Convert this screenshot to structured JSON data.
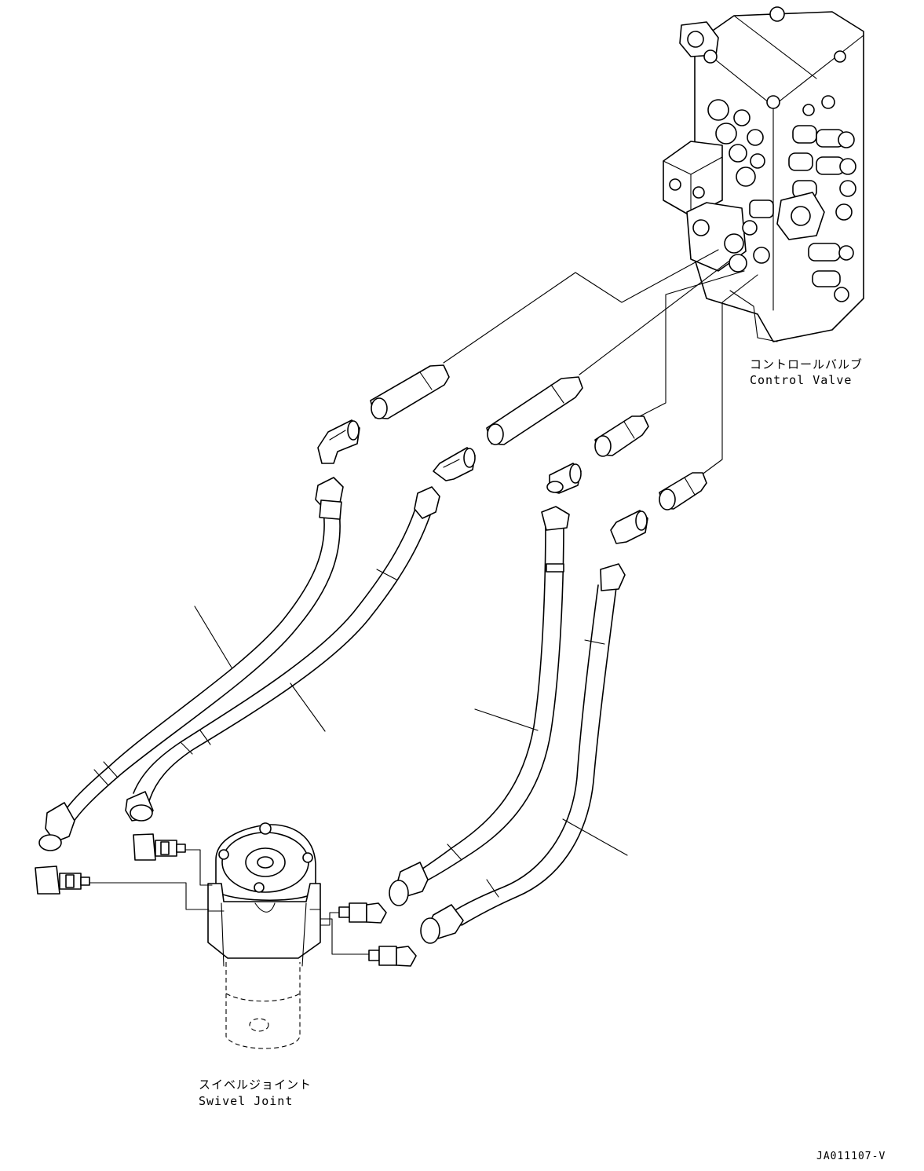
{
  "labels": {
    "control_valve_jp": "コントロールバルブ",
    "control_valve_en": "Control Valve",
    "swivel_joint_jp": "スイベルジョイント",
    "swivel_joint_en": "Swivel Joint",
    "drawing_number": "JA011107-V"
  },
  "icons": {
    "control_valve": "control-valve-drawing",
    "swivel_joint": "swivel-joint-drawing",
    "hose": "hydraulic-hose-drawing",
    "elbow": "elbow-fitting-drawing",
    "adapter": "straight-adapter-drawing"
  }
}
